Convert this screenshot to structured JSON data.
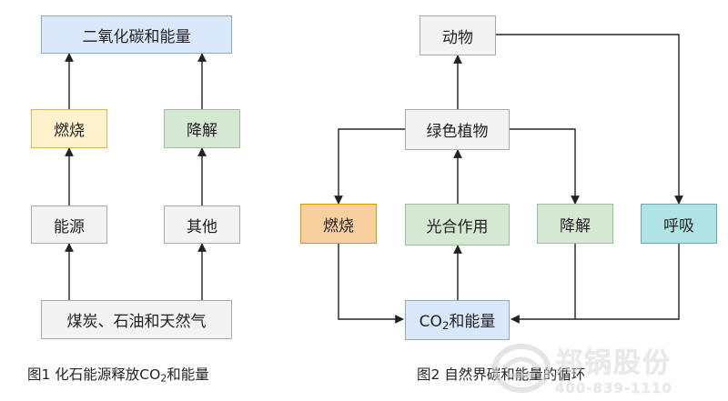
{
  "figure1": {
    "top": "二氧化碳和能量",
    "burn": "燃烧",
    "decompose": "降解",
    "energy": "能源",
    "other": "其他",
    "fuels": "煤炭、石油和天然气",
    "caption_pre": "图1 化石能源释放CO",
    "caption_sub": "2",
    "caption_post": "和能量"
  },
  "figure2": {
    "animal": "动物",
    "plant": "绿色植物",
    "burn": "燃烧",
    "photo": "光合作用",
    "decompose": "降解",
    "breath": "呼吸",
    "co2_pre": "CO",
    "co2_sub": "2",
    "co2_post": "和能量",
    "caption": "图2 自然界碳和能量的循环"
  },
  "watermark": {
    "name": "郑锅股份",
    "phone": "400-839-1110"
  }
}
